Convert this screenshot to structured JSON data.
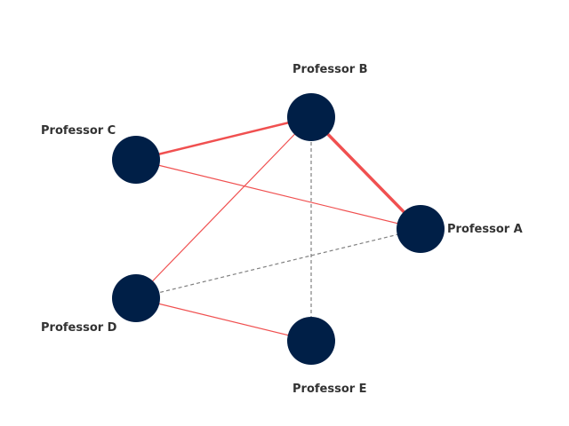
{
  "colors": {
    "node_fill": "#001f47",
    "strong_edge": "#f05050",
    "dashed_edge": "#808080",
    "label_text": "#333333"
  },
  "nodes": [
    {
      "id": "A",
      "label": "Professor A"
    },
    {
      "id": "B",
      "label": "Professor B"
    },
    {
      "id": "C",
      "label": "Professor C"
    },
    {
      "id": "D",
      "label": "Professor D"
    },
    {
      "id": "E",
      "label": "Professor E"
    }
  ],
  "edges": [
    {
      "from": "B",
      "to": "A",
      "style": "solid",
      "weight": "heavy"
    },
    {
      "from": "C",
      "to": "B",
      "style": "solid",
      "weight": "medium"
    },
    {
      "from": "C",
      "to": "A",
      "style": "solid",
      "weight": "light"
    },
    {
      "from": "D",
      "to": "B",
      "style": "solid",
      "weight": "light"
    },
    {
      "from": "D",
      "to": "E",
      "style": "solid",
      "weight": "light"
    },
    {
      "from": "D",
      "to": "A",
      "style": "dashed",
      "weight": "light"
    },
    {
      "from": "B",
      "to": "E",
      "style": "dashed",
      "weight": "light"
    }
  ]
}
